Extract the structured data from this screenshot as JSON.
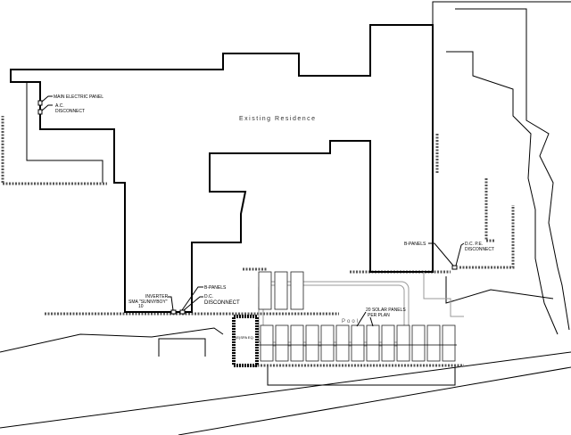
{
  "labels": {
    "residence": "Existing Residence",
    "main_panel": "MAIN ELECTRIC PANEL",
    "ac_disconnect_1": "A.C.",
    "ac_disconnect_2": "DISCONNECT",
    "inverter_1": "INVERTER",
    "inverter_2": "SMA \"SUNNYBOY\"",
    "inverter_3": "10",
    "b_panels_left": "B-PANELS",
    "dc_disconnect_1": "D.C.",
    "dc_disconnect_2": "DISCONNECT",
    "b_panels_right": "B-PANELS",
    "dc_pe_1": "D.C. P.E.",
    "dc_pe_2": "DISCONNECT",
    "solar_1": "20 SOLAR PANELS",
    "solar_2": "PER PLAN",
    "pool": "Pool",
    "spa": "(E)SPA EQ."
  }
}
